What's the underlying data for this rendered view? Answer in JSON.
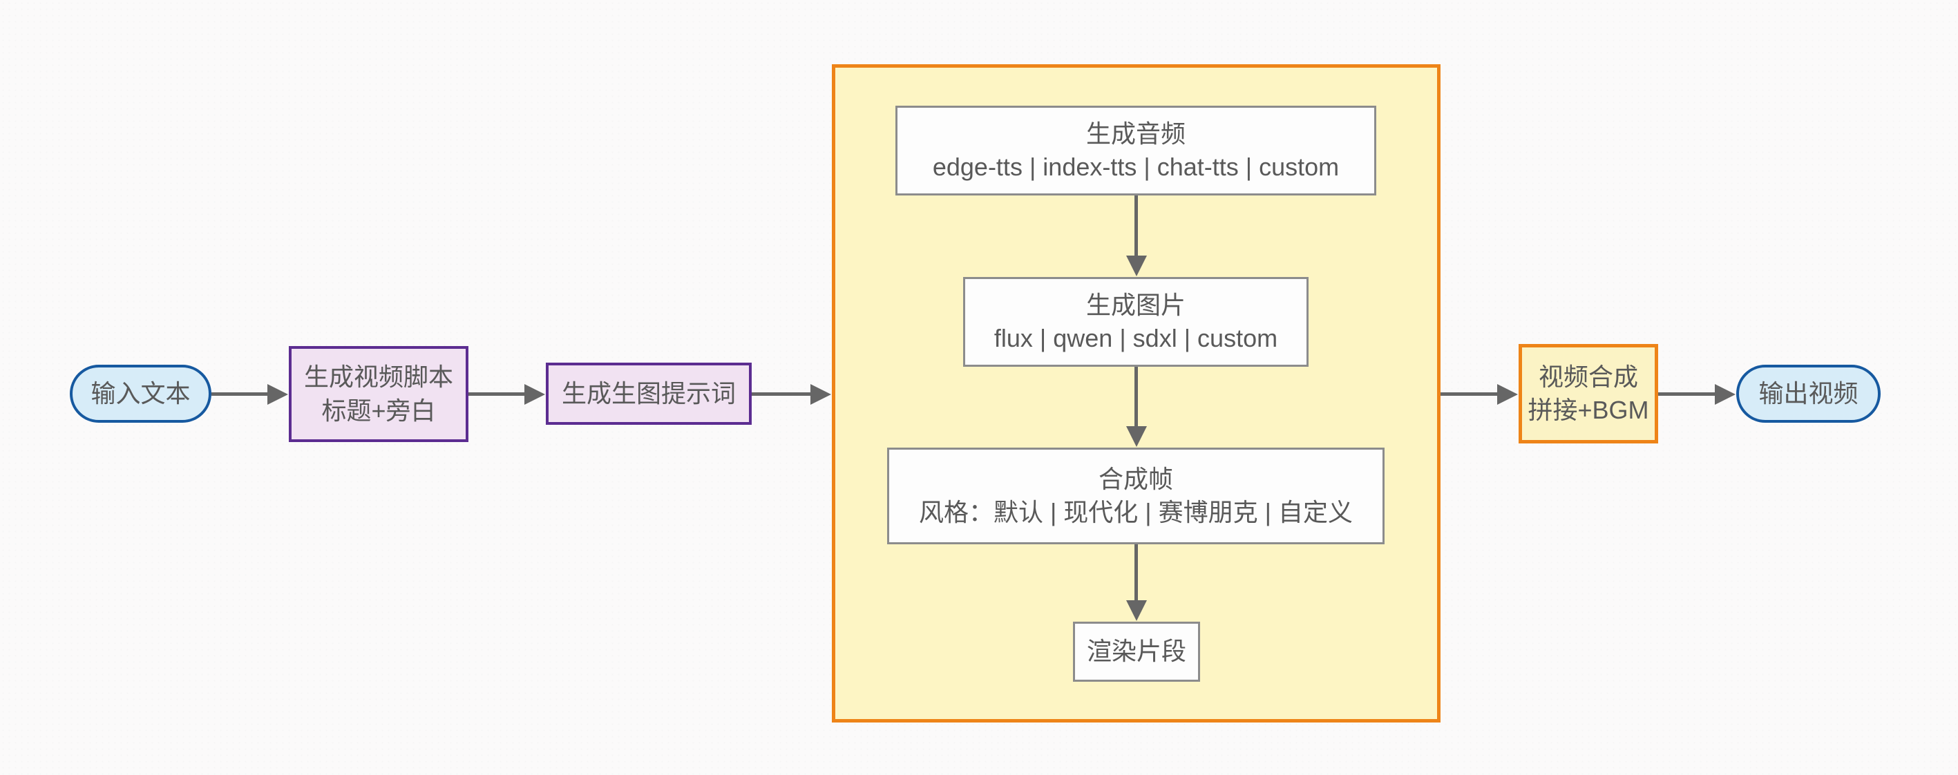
{
  "diagram": {
    "type": "flowchart",
    "direction": "left-to-right",
    "nodes": {
      "input": {
        "label": "输入文本",
        "shape": "pill"
      },
      "script": {
        "line1": "生成视频脚本",
        "line2": "标题+旁白",
        "shape": "rect"
      },
      "prompt": {
        "label": "生成生图提示词",
        "shape": "rect"
      },
      "gen_audio": {
        "line1": "生成音频",
        "line2": "edge-tts | index-tts | chat-tts | custom",
        "shape": "rect"
      },
      "gen_image": {
        "line1": "生成图片",
        "line2": "flux | qwen | sdxl | custom",
        "shape": "rect"
      },
      "compose_frame": {
        "line1": "合成帧",
        "line2": "风格：默认 | 现代化 | 赛博朋克 | 自定义",
        "shape": "rect"
      },
      "render_clip": {
        "label": "渲染片段",
        "shape": "rect"
      },
      "video_compose": {
        "line1": "视频合成",
        "line2": "拼接+BGM",
        "shape": "rect"
      },
      "output": {
        "label": "输出视频",
        "shape": "pill"
      }
    },
    "subgraph": {
      "contains": [
        "gen_audio",
        "gen_image",
        "compose_frame",
        "render_clip"
      ]
    },
    "edges": [
      {
        "from": "input",
        "to": "script"
      },
      {
        "from": "script",
        "to": "prompt"
      },
      {
        "from": "prompt",
        "to": "subgraph"
      },
      {
        "from": "gen_audio",
        "to": "gen_image"
      },
      {
        "from": "gen_image",
        "to": "compose_frame"
      },
      {
        "from": "compose_frame",
        "to": "render_clip"
      },
      {
        "from": "subgraph",
        "to": "video_compose"
      },
      {
        "from": "video_compose",
        "to": "output"
      }
    ],
    "colors": {
      "terminal_border": "#1659a0",
      "terminal_fill": "#d7ecf8",
      "process_border": "#5c2d91",
      "process_fill": "#f1e2f2",
      "subgraph_border": "#ee8418",
      "subgraph_fill": "#fdf5c4",
      "stage_border": "#8c8c8c",
      "stage_fill": "#fdfdfd",
      "accent_border": "#ee8418",
      "accent_fill": "#fbf3c5",
      "arrow": "#666666",
      "text": "#595959",
      "background": "#fbfafa"
    }
  }
}
